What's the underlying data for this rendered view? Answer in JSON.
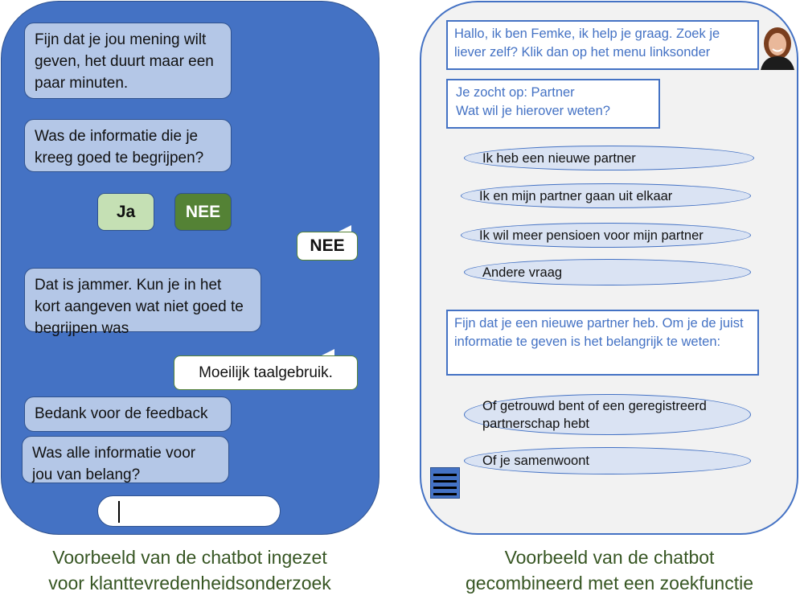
{
  "left_chat": {
    "messages": [
      "Fijn dat je jou mening wilt geven, het duurt maar een paar minuten.",
      "Was de informatie die je kreeg goed te begrijpen?",
      "Dat is jammer. Kun je in het kort aangeven wat niet goed te begrijpen was",
      "Bedank voor de feedback",
      "Was alle informatie voor jou van belang?"
    ],
    "yes_button": "Ja",
    "no_button": "NEE",
    "user_replies": [
      "NEE",
      "Moeilijk taalgebruik."
    ],
    "input_value": "",
    "caption_line1": "Voorbeeld van de chatbot ingezet",
    "caption_line2": "voor klanttevredenheidsonderzoek"
  },
  "right_chat": {
    "greeting": "Hallo, ik ben Femke, ik help je graag. Zoek je liever zelf? Klik dan op het menu linksonder",
    "search_line1": "Je zocht op: Partner",
    "search_line2": "Wat wil je hierover weten?",
    "options": [
      "Ik heb een nieuwe partner",
      "Ik en mijn partner gaan uit elkaar",
      "Ik wil meer pensioen voor mijn partner",
      "Andere vraag"
    ],
    "answer": "Fijn dat je een nieuwe partner heb. Om je de juist informatie te geven is het belangrijk te weten:",
    "followup_options": [
      "Of getrouwd bent of een geregistreerd partnerschap hebt",
      "Of je samenwoont"
    ],
    "caption_line1": "Voorbeeld van de chatbot",
    "caption_line2": "gecombineerd met een zoekfunctie"
  },
  "colors": {
    "panel_blue": "#4472C4",
    "bubble": "#B4C7E7",
    "yes": "#C5E0B4",
    "no": "#548235",
    "caption": "#375623"
  }
}
